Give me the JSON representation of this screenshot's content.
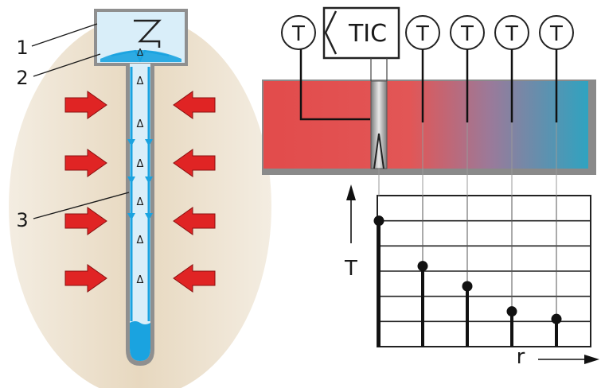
{
  "left_panel": {
    "callouts": [
      {
        "id": "1",
        "text": "1"
      },
      {
        "id": "2",
        "text": "2"
      },
      {
        "id": "3",
        "text": "3"
      }
    ],
    "flow_marker": "Δ",
    "colors": {
      "ground": "#e9dcc6",
      "heat_arrow": "#e02424",
      "liquid": "#1aa3e0",
      "vapor": "#d9eef9",
      "casing": "#8f8f8f"
    },
    "icons": [
      "heat-arrow-icon",
      "flow-marker-icon",
      "condenser-fins-icon"
    ]
  },
  "right_panel": {
    "controller": {
      "text": "TIC"
    },
    "sensors": [
      {
        "text": "T"
      },
      {
        "text": "T"
      },
      {
        "text": "T"
      },
      {
        "text": "T"
      },
      {
        "text": "T"
      }
    ],
    "colors": {
      "hot": "#e24b4b",
      "cold": "#2fa3c0",
      "frame": "#8a8a8a"
    }
  },
  "chart_data": {
    "type": "scatter",
    "xlabel": "r",
    "ylabel": "T",
    "values": [
      5,
      3.2,
      2.4,
      1.4,
      1.1
    ],
    "grid": true,
    "ylim": [
      0,
      6
    ]
  }
}
